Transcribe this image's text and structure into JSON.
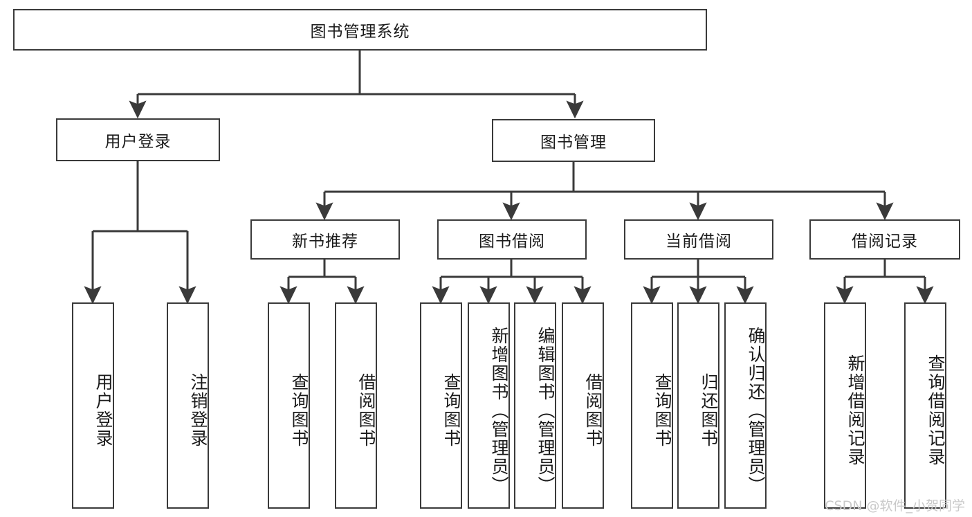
{
  "diagram": {
    "title": "图书管理系统",
    "type": "tree-hierarchy-diagram",
    "watermark": "CSDN @软件_小贺同学",
    "colors": {
      "stroke": "#3a3a3a",
      "fill": "#ffffff",
      "text": "#1a1a1a",
      "watermark": "#c9c9c9"
    },
    "nodes": {
      "root": {
        "label": "图书管理系统"
      },
      "level2": [
        {
          "id": "user-login",
          "label": "用户登录"
        },
        {
          "id": "book-manage",
          "label": "图书管理"
        }
      ],
      "level3": [
        {
          "id": "new-book-recommend",
          "label": "新书推荐"
        },
        {
          "id": "book-borrow",
          "label": "图书借阅"
        },
        {
          "id": "current-borrow",
          "label": "当前借阅"
        },
        {
          "id": "borrow-record",
          "label": "借阅记录"
        }
      ],
      "leaves": {
        "user-login": [
          {
            "id": "leaf-user-login",
            "label": "用户登录"
          },
          {
            "id": "leaf-user-logout",
            "label": "注销登录"
          }
        ],
        "new-book-recommend": [
          {
            "id": "leaf-query-book-1",
            "label": "查询图书"
          },
          {
            "id": "leaf-borrow-book-1",
            "label": "借阅图书"
          }
        ],
        "book-borrow": [
          {
            "id": "leaf-query-book-2",
            "label": "查询图书"
          },
          {
            "id": "leaf-add-book",
            "label": "新增图书（管理员）"
          },
          {
            "id": "leaf-edit-book",
            "label": "编辑图书（管理员）"
          },
          {
            "id": "leaf-borrow-book-2",
            "label": "借阅图书"
          }
        ],
        "current-borrow": [
          {
            "id": "leaf-query-book-3",
            "label": "查询图书"
          },
          {
            "id": "leaf-return-book",
            "label": "归还图书"
          },
          {
            "id": "leaf-confirm-return",
            "label": "确认归还（管理员）"
          }
        ],
        "borrow-record": [
          {
            "id": "leaf-add-record",
            "label": "新增借阅记录"
          },
          {
            "id": "leaf-query-record",
            "label": "查询借阅记录"
          }
        ]
      }
    }
  }
}
